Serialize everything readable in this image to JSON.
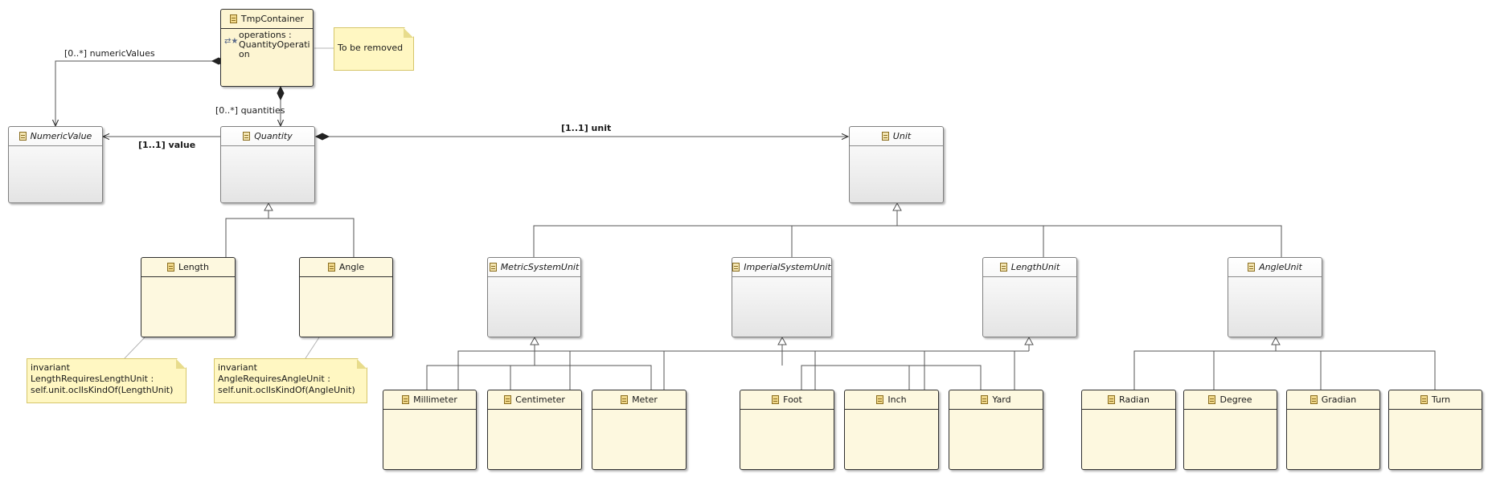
{
  "classes": {
    "tmp_container": "TmpContainer",
    "numeric_value": "NumericValue",
    "quantity": "Quantity",
    "unit": "Unit",
    "length": "Length",
    "angle": "Angle",
    "metric_system_unit": "MetricSystemUnit",
    "imperial_system_unit": "ImperialSystemUnit",
    "length_unit": "LengthUnit",
    "angle_unit": "AngleUnit",
    "millimeter": "Millimeter",
    "centimeter": "Centimeter",
    "meter": "Meter",
    "foot": "Foot",
    "inch": "Inch",
    "yard": "Yard",
    "radian": "Radian",
    "degree": "Degree",
    "gradian": "Gradian",
    "turn": "Turn"
  },
  "attributes": {
    "tmp_container_operations": "operations :\nQuantityOperati\non"
  },
  "notes": {
    "to_be_removed": "To be removed",
    "length_invariant": [
      "invariant",
      "LengthRequiresLengthUnit :",
      "self.unit.oclIsKindOf(LengthUnit)"
    ],
    "angle_invariant": [
      "invariant",
      "AngleRequiresAngleUnit :",
      "self.unit.oclIsKindOf(AngleUnit)"
    ]
  },
  "edge_labels": {
    "numeric_values": "[0..*] numericValues",
    "quantities": "[0..*] quantities",
    "value": "[1..1] value",
    "unit": "[1..1] unit"
  },
  "colors": {
    "concrete_fill": "#fdf8df",
    "abstract_fill": "#e4e4e4",
    "note_fill": "#fff7c2",
    "edge_stroke": "#555555"
  }
}
